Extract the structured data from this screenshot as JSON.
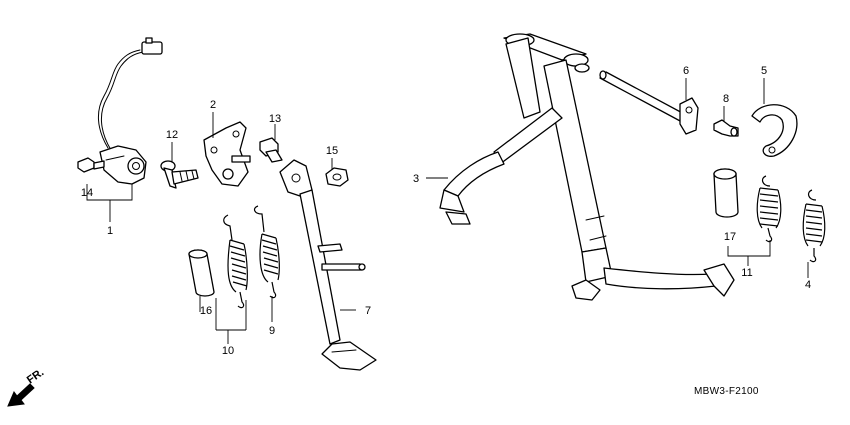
{
  "diagram_code": "MBW3-F2100",
  "direction_label": "FR.",
  "callouts": [
    "1",
    "2",
    "3",
    "4",
    "5",
    "6",
    "7",
    "8",
    "9",
    "10",
    "11",
    "12",
    "13",
    "14",
    "15",
    "16",
    "17"
  ]
}
